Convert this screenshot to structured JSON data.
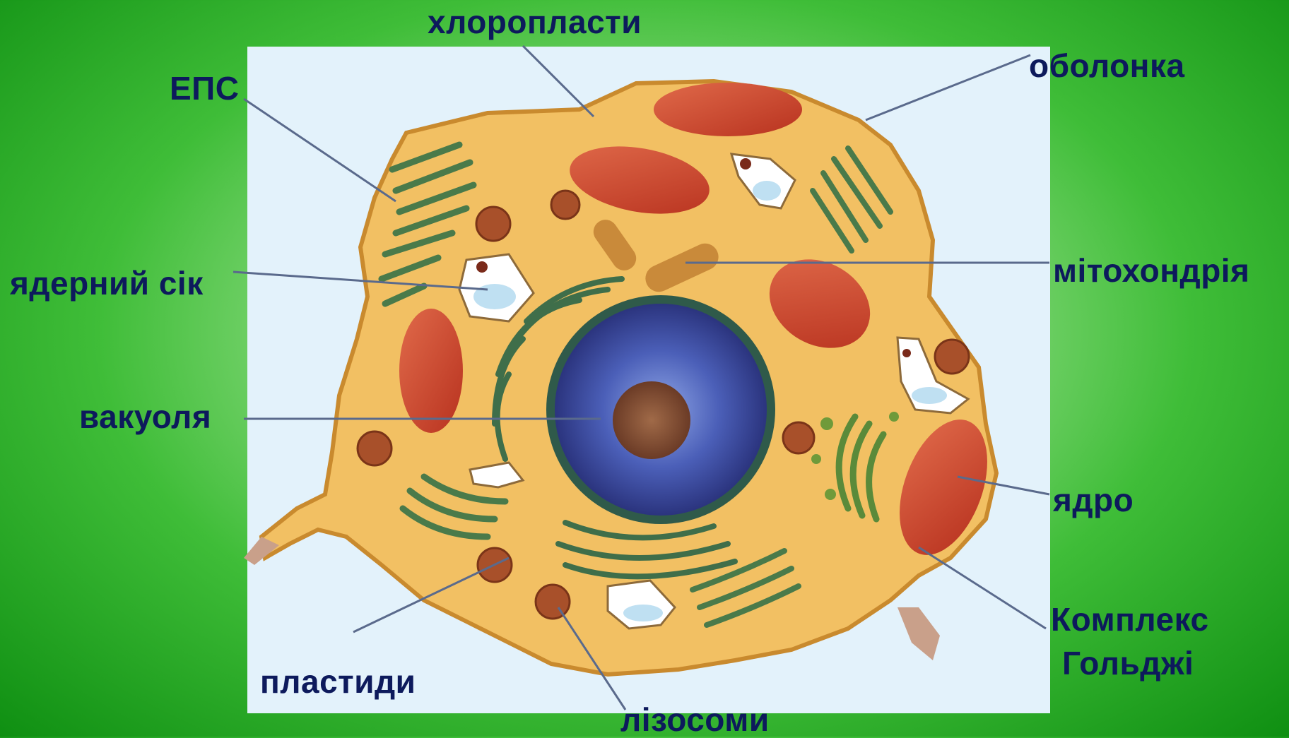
{
  "labels": {
    "chloroplasts": "хлоропласти",
    "eps": "ЕПС",
    "membrane": "оболонка",
    "nuclear_sap": "ядерний сік",
    "mitochondria": "мітохондрія",
    "vacuole": "вакуоля",
    "nucleus": "ядро",
    "golgi_line1": "Комплекс",
    "golgi_line2": "Гольджі",
    "plastids": "пластиди",
    "lysosomes": "лізосоми"
  },
  "colors": {
    "background_green": "#1f9e1a",
    "panel": "#e3f2fb",
    "cytoplasm": "#f2c063",
    "cell_outline": "#c98a2e",
    "nucleus_blue": "#3c4ea6",
    "nucleolus": "#7a4a30",
    "mitochondria_red": "#c8402a",
    "eps_green": "#3f6e4a",
    "label_text": "#0d1a5c",
    "leader_line": "#5a6a8c"
  }
}
